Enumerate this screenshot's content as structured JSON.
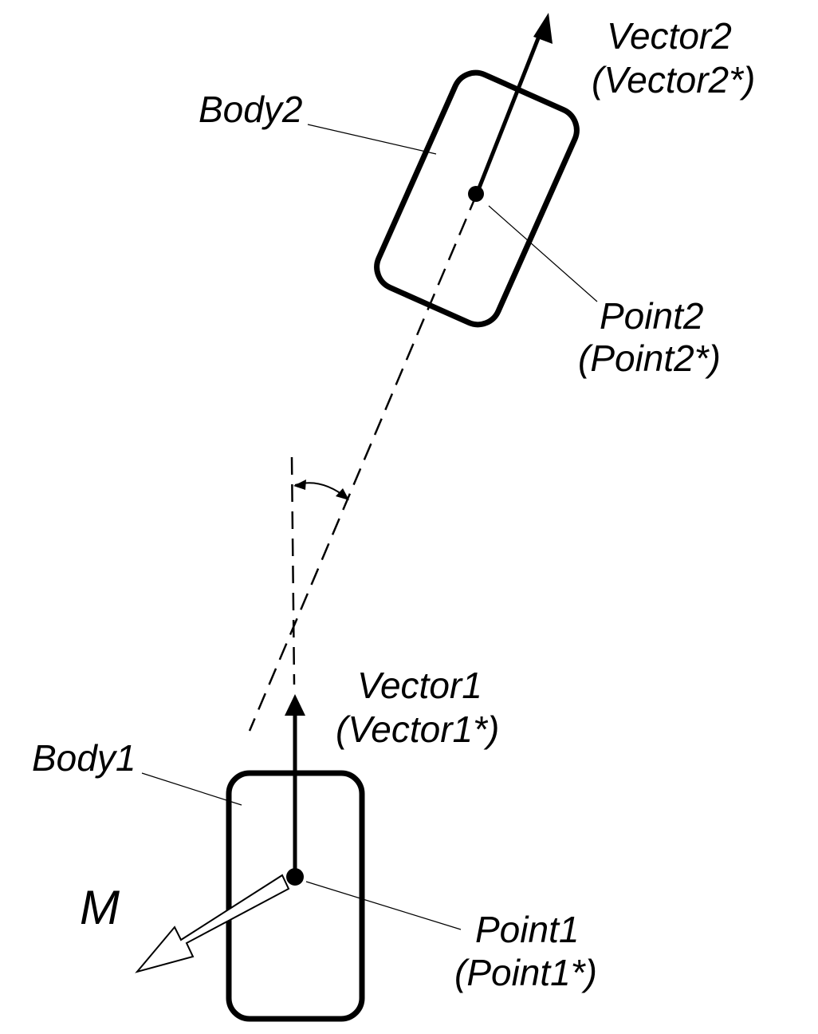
{
  "labels": {
    "vector2": "Vector2",
    "vector2_star": "(Vector2*)",
    "body2": "Body2",
    "point2": "Point2",
    "point2_star": "(Point2*)",
    "vector1": "Vector1",
    "vector1_star": "(Vector1*)",
    "body1": "Body1",
    "moment": "M",
    "point1": "Point1",
    "point1_star": "(Point1*)"
  },
  "colors": {
    "ink": "#000000",
    "background": "#ffffff"
  }
}
